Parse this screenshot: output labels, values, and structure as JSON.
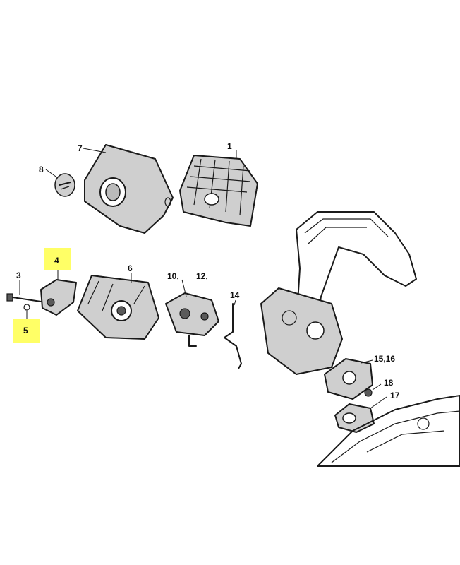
{
  "highlight_color": "#ffff66",
  "callouts": {
    "c7": "7",
    "c1": "1",
    "c8": "8",
    "c4": "4",
    "c3": "3",
    "c5": "5",
    "c6": "6",
    "c10": "10,",
    "c12": "12,",
    "c14": "14",
    "c1516": "15,16",
    "c18": "18",
    "c17": "17"
  }
}
